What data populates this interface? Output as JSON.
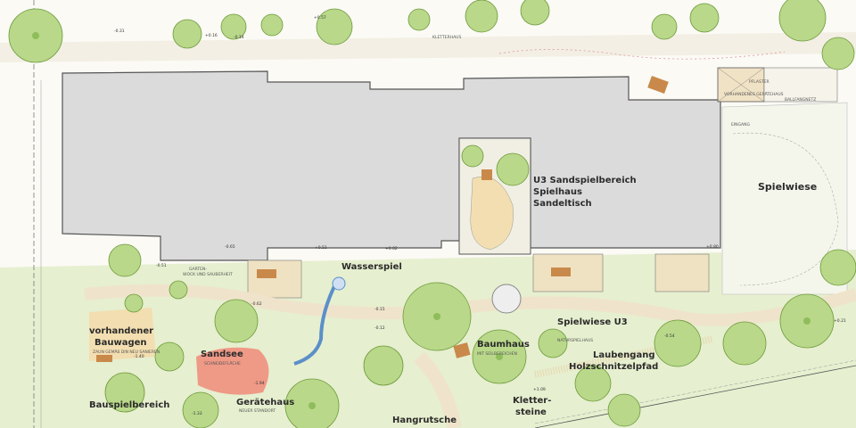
{
  "labels": {
    "u3_sandspiel": "U3 Sandspielbereich",
    "spielhaus": "Spielhaus",
    "sandeltisch": "Sandeltisch",
    "spielwiese": "Spielwiese",
    "wasserspiel": "Wasserspiel",
    "vorhandener_bauwagen_1": "vorhandener",
    "vorhandener_bauwagen_2": "Bauwagen",
    "sandsee": "Sandsee",
    "baumhaus": "Baumhaus",
    "spielwiese_u3": "Spielwiese U3",
    "laubengang": "Laubengang",
    "holzschnitzelpfad": "Holzschnitzelpfad",
    "bauspielbereich": "Bauspielbereich",
    "geraetehaus": "Gerätehaus",
    "kletter_1": "Kletter-",
    "kletter_2": "steine",
    "hangrutsche": "Hangrutsche"
  },
  "small_labels": {
    "garten_1": "GARTEN-",
    "garten_2": "WOCK UND SAUBERHEIT",
    "pflaster": "PFLASTER",
    "vorhandenes_gerhaus": "VORHANDENES GERÄTEHAUS",
    "klettergarten": "KLETTERHAUS",
    "sandsee_sub": "SCHNEIDEFLÄCHE",
    "baumhaus_sub": "MIT SEILBEREICHEN",
    "geraete_sub": "NEUER STANDORT",
    "naturspielhaus": "NATURSPIELHAUS",
    "zaun": "ZAUN GEMÄß DIN NEU SANIEREN",
    "ballfang": "BALLFANGNETZ",
    "eingang": "EINGANG"
  },
  "elevations": {
    "e1": "+0.57",
    "e2": "+0.16",
    "e3": "-0.31",
    "e4": "-0.14",
    "e5": "+0.02",
    "e6": "-0.65",
    "e7": "+0.51",
    "e8": "-0.62",
    "e9": "-0.12",
    "e10": "+0.80",
    "e11": "-0.15",
    "e12": "-0.51",
    "e13": "-1.40",
    "e14": "-1.94",
    "e15": "+1.09",
    "e16": "-0.54",
    "e17": "+0.21",
    "e18": "-1.33"
  },
  "colors": {
    "building": "#d9d9d9",
    "lawn": "#e6efcf",
    "tree": "#b9d88a",
    "tree_dark": "#8fbd5b",
    "path": "#efe4cb",
    "sand": "#f2deb0",
    "sandsee_red": "#f08a7a",
    "wood": "#c9894a",
    "water": "#5b8fc9"
  }
}
